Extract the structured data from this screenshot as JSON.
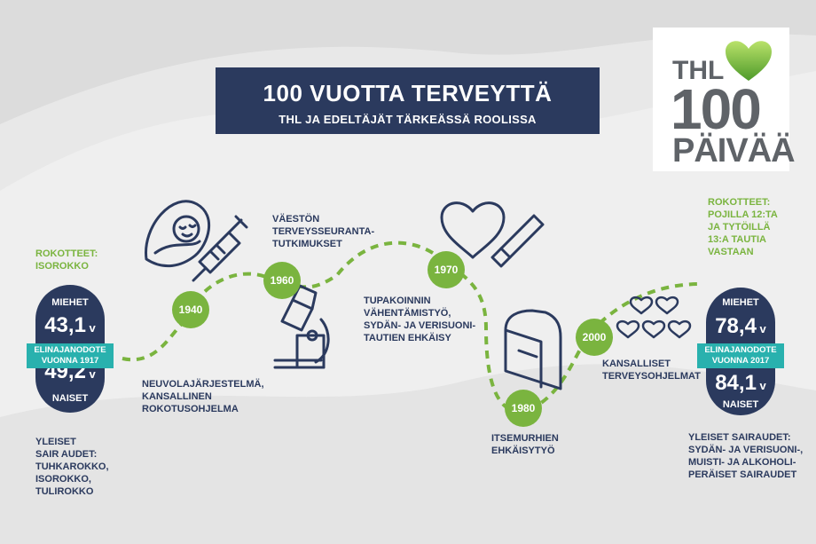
{
  "header": {
    "title": "100 VUOTTA TERVEYTTÄ",
    "subtitle": "THL JA EDELTÄJÄT TÄRKEÄSSÄ ROOLISSA"
  },
  "logo": {
    "line1": "THL",
    "line2": "100",
    "line3": "PÄIVÄÄ"
  },
  "left": {
    "vaccines": "ROKOTTEET:\nISOROKKO",
    "men_label": "MIEHET",
    "men_value": "43,1",
    "unit": "v",
    "banner": "ELINAJANODOTE\nVUONNA 1917",
    "women_value": "49,2",
    "women_label": "NAISET",
    "diseases": "YLEISET\nSAIR AUDET:\nTUHKAROKKO,\nISOROKKO,\nTULIROKKO"
  },
  "right": {
    "vaccines": "ROKOTTEET:\nPOJILLA 12:TA\nJA TYTÖILLÄ\n13:A TAUTIA\nVASTAAN",
    "men_label": "MIEHET",
    "men_value": "78,4",
    "unit": "v",
    "banner": "ELINAJANODOTE\nVUONNA 2017",
    "women_value": "84,1",
    "women_label": "NAISET",
    "diseases": "YLEISET SAIRAUDET:\nSYDÄN- JA VERISUONI-,\nMUISTI- JA ALKOHOLI-\nPERÄISET SAIRAUDET"
  },
  "milestones": [
    {
      "year": "1940",
      "text": "NEUVOLAJÄRJESTELMÄ,\nKANSALLINEN\nROKOTUSOHJELMA"
    },
    {
      "year": "1960",
      "text": "VÄESTÖN\nTERVEYSSEURANTA-\nTUTKIMUKSET"
    },
    {
      "year": "1970",
      "text": "TUPAKOINNIN\nVÄHENTÄMISTYÖ,\nSYDÄN- JA VERISUONI-\nTAUTIEN EHKÄISY"
    },
    {
      "year": "1980",
      "text": "ITSEMURHIEN\nEHKÄISYTYÖ"
    },
    {
      "year": "2000",
      "text": "KANSALLISET\nTERVEYSOHJELMAT"
    }
  ],
  "colors": {
    "navy": "#2b3a5e",
    "green": "#7ab43f",
    "teal": "#29b1ae",
    "grey": "#5f6368"
  },
  "icons": [
    "baby-icon",
    "syringe-icon",
    "microscope-icon",
    "heart-icon",
    "cigarette-icon",
    "mailbox-icon",
    "hearts-group-icon",
    "thl-heart-icon"
  ]
}
